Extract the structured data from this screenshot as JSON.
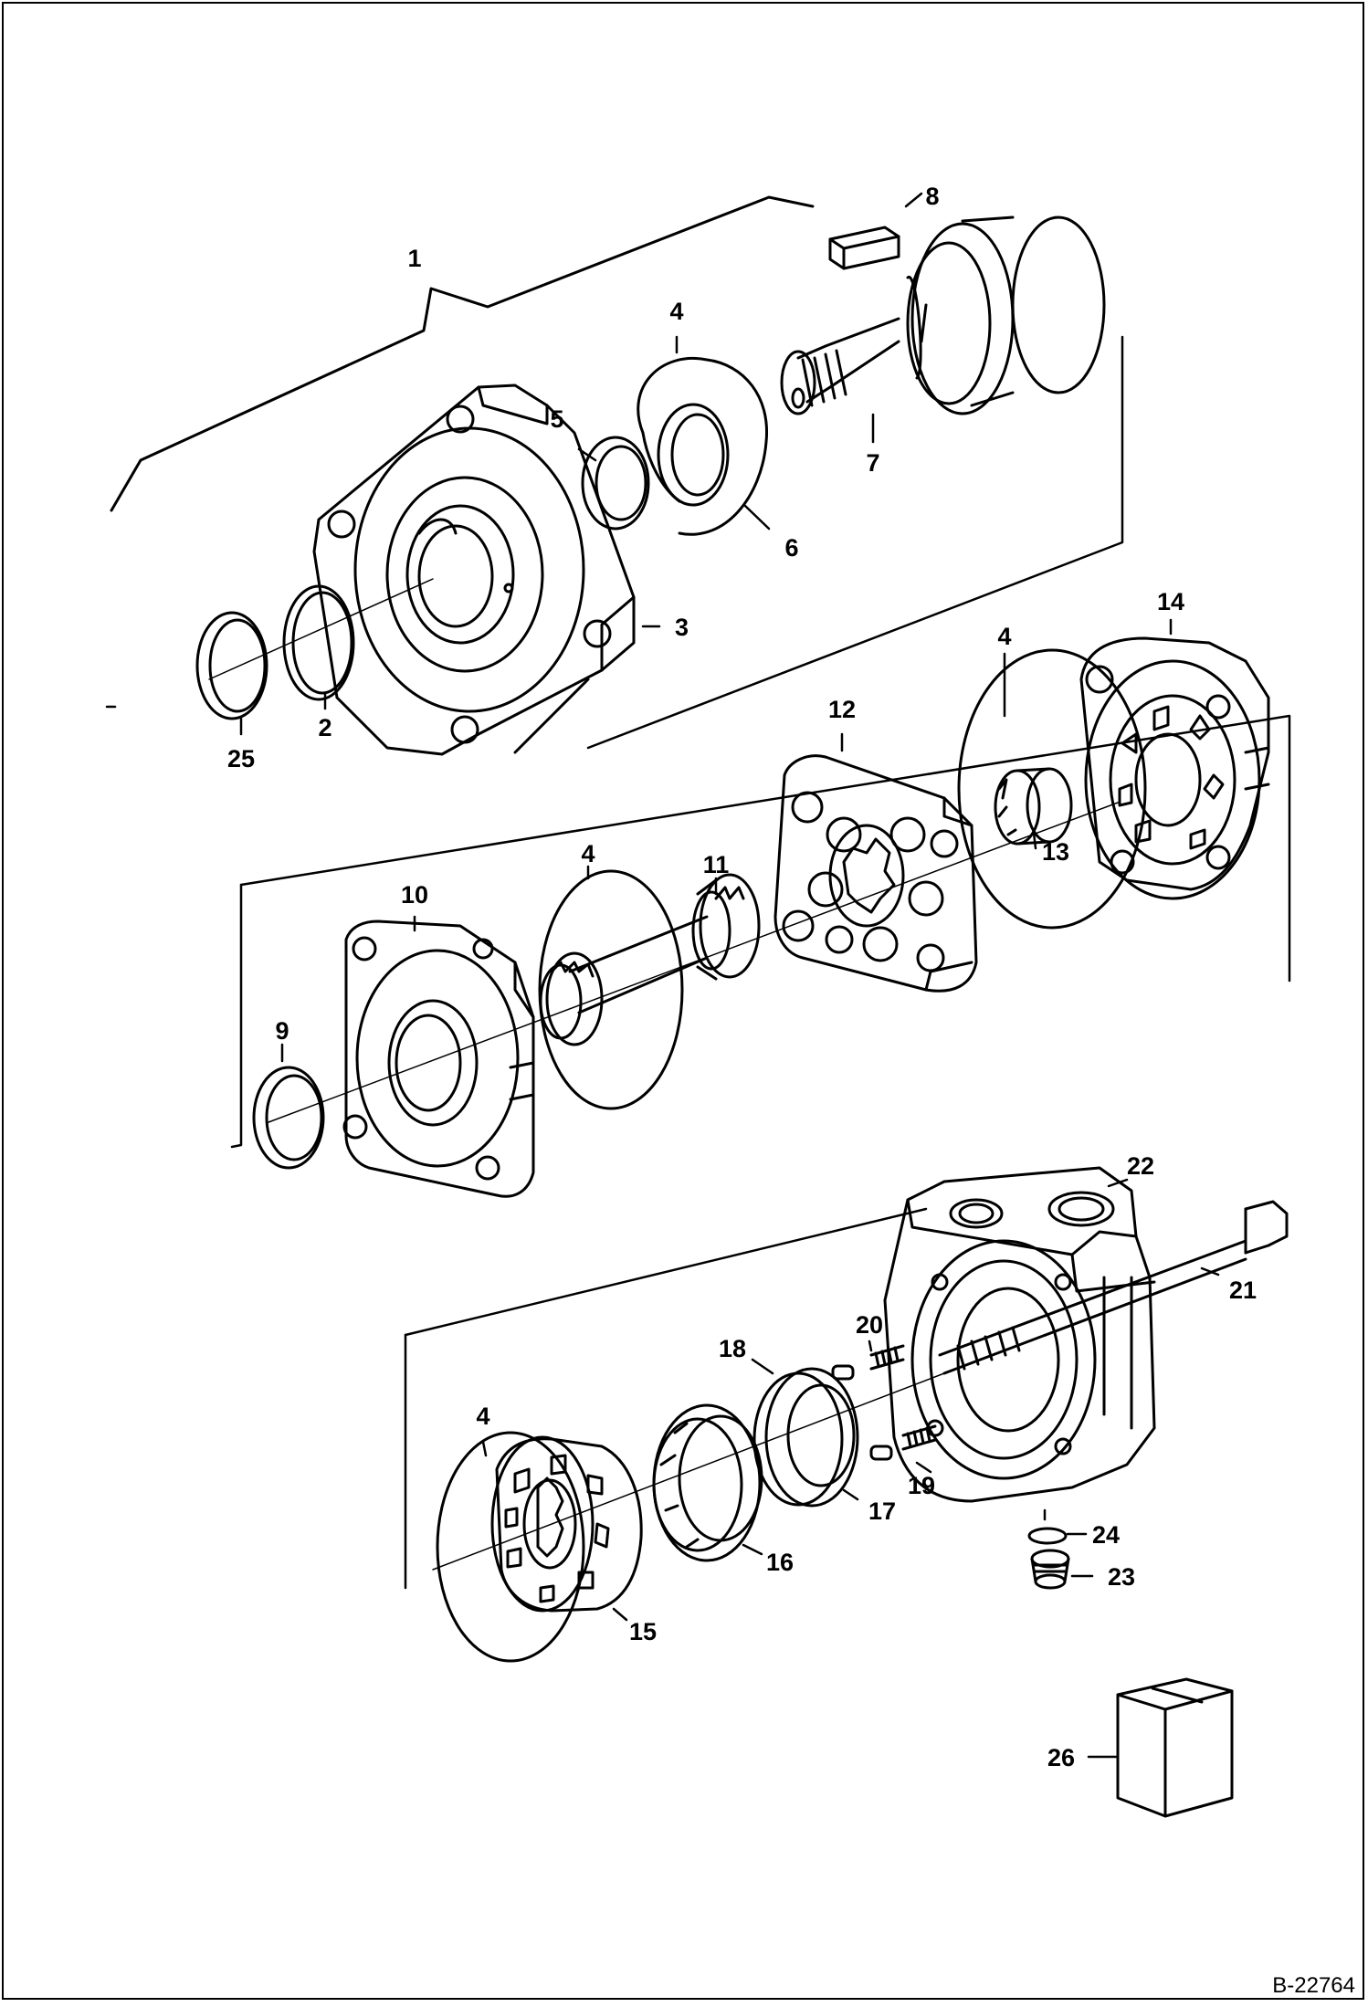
{
  "callouts": [
    "1",
    "2",
    "3",
    "4",
    "5",
    "6",
    "7",
    "8",
    "25",
    "14",
    "12",
    "4",
    "4",
    "11",
    "13",
    "10",
    "9",
    "22",
    "21",
    "20",
    "18",
    "4",
    "19",
    "17",
    "16",
    "15",
    "24",
    "23",
    "26"
  ],
  "document_number": "B-22764"
}
